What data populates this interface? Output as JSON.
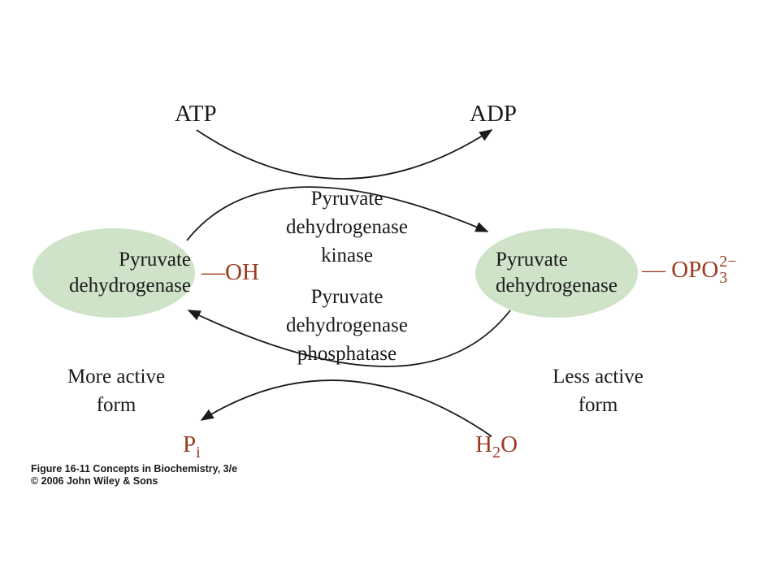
{
  "cofactors": {
    "atp": "ATP",
    "adp": "ADP",
    "pi_base": "P",
    "pi_sub": "i",
    "water_h": "H",
    "water_sub": "2",
    "water_o": "O"
  },
  "enzymes": {
    "kinase": [
      "Pyruvate",
      "dehydrogenase",
      "kinase"
    ],
    "phosphatase": [
      "Pyruvate",
      "dehydrogenase",
      "phosphatase"
    ]
  },
  "left_form": {
    "label": [
      "Pyruvate",
      "dehydrogenase"
    ],
    "group": "—OH",
    "state": [
      "More active",
      "form"
    ]
  },
  "right_form": {
    "label": [
      "Pyruvate",
      "dehydrogenase"
    ],
    "group_base": "— OPO",
    "group_sub": "3",
    "group_sup": "2−",
    "state": [
      "Less active",
      "form"
    ]
  },
  "caption": {
    "line1": "Figure 16-11  Concepts in Biochemistry, 3/e",
    "line2": "© 2006 John Wiley & Sons"
  },
  "colors": {
    "ellipse_fill": "#cfe3c8",
    "accent_red": "#9a3b22",
    "stroke": "#1a1a1a"
  }
}
